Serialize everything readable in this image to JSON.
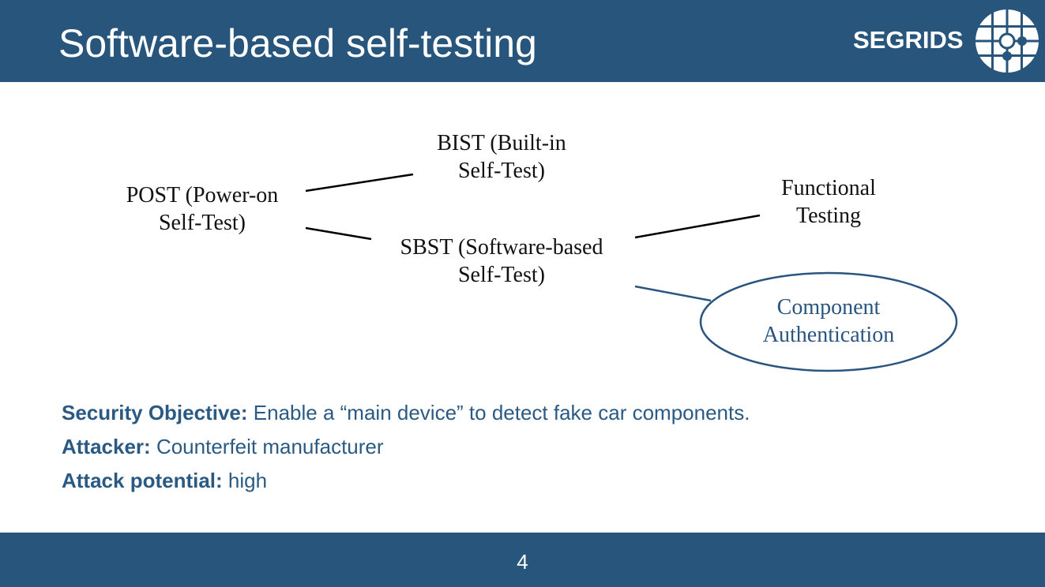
{
  "slide": {
    "title": "Software-based self-testing",
    "logo_text": "SEGRIDS",
    "page_number": "4"
  },
  "diagram": {
    "nodes": {
      "post": {
        "line1": "POST (Power-on",
        "line2": "Self-Test)"
      },
      "bist": {
        "line1": "BIST (Built-in",
        "line2": "Self-Test)"
      },
      "sbst": {
        "line1": "SBST (Software-based",
        "line2": "Self-Test)"
      },
      "functional": {
        "line1": "Functional",
        "line2": "Testing"
      },
      "component_auth": {
        "line1": "Component",
        "line2": "Authentication"
      }
    }
  },
  "statements": [
    {
      "label": "Security Objective:",
      "text": " Enable a “main device” to detect fake car components."
    },
    {
      "label": "Attacker:",
      "text": " Counterfeit manufacturer"
    },
    {
      "label": "Attack potential:",
      "text": " high"
    }
  ],
  "colors": {
    "brand_blue": "#27557c",
    "text_blue": "#2a5a84",
    "highlight_blue": "#2b5581"
  }
}
